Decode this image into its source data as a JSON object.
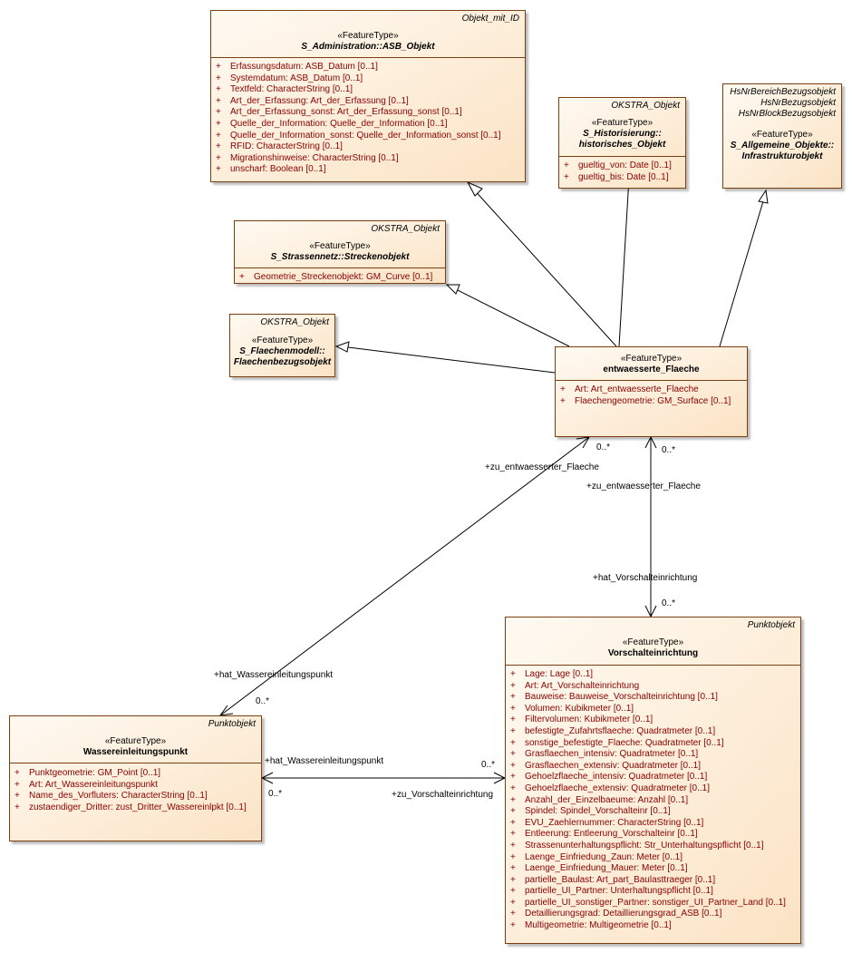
{
  "classes": {
    "asb_objekt": {
      "tagged": [
        "Objekt_mit_ID"
      ],
      "stereotype": "«FeatureType»",
      "name": "S_Administration::ASB_Objekt",
      "attributes": [
        "Erfassungsdatum: ASB_Datum [0..1]",
        "Systemdatum: ASB_Datum [0..1]",
        "Textfeld: CharacterString [0..1]",
        "Art_der_Erfassung: Art_der_Erfassung [0..1]",
        "Art_der_Erfassung_sonst: Art_der_Erfassung_sonst [0..1]",
        "Quelle_der_Information: Quelle_der_Information [0..1]",
        "Quelle_der_Information_sonst: Quelle_der_Information_sonst [0..1]",
        "RFID: CharacterString [0..1]",
        "Migrationshinweise: CharacterString [0..1]",
        "unscharf: Boolean [0..1]"
      ]
    },
    "historisches_objekt": {
      "tagged": [
        "OKSTRA_Objekt"
      ],
      "stereotype": "«FeatureType»",
      "name_lines": [
        "S_Historisierung::",
        "historisches_Objekt"
      ],
      "attributes": [
        "gueltig_von: Date [0..1]",
        "gueltig_bis: Date [0..1]"
      ]
    },
    "infrastrukturobjekt": {
      "tagged": [
        "HsNrBereichBezugsobjekt",
        "HsNrBezugsobjekt",
        "HsNrBlockBezugsobjekt"
      ],
      "stereotype": "«FeatureType»",
      "name_lines": [
        "S_Allgemeine_Objekte::",
        "Infrastrukturobjekt"
      ]
    },
    "streckenobjekt": {
      "tagged": [
        "OKSTRA_Objekt"
      ],
      "stereotype": "«FeatureType»",
      "name": "S_Strassennetz::Streckenobjekt",
      "attributes": [
        "Geometrie_Streckenobjekt: GM_Curve [0..1]"
      ]
    },
    "flaechenbezugsobjekt": {
      "tagged": [
        "OKSTRA_Objekt"
      ],
      "stereotype": "«FeatureType»",
      "name_lines": [
        "S_Flaechenmodell::",
        "Flaechenbezugsobjekt"
      ]
    },
    "entwaesserte_flaeche": {
      "stereotype": "«FeatureType»",
      "name": "entwaesserte_Flaeche",
      "attributes": [
        "Art: Art_entwaesserte_Flaeche",
        "Flaechengeometrie: GM_Surface [0..1]"
      ]
    },
    "vorschalteinrichtung": {
      "tagged": [
        "Punktobjekt"
      ],
      "stereotype": "«FeatureType»",
      "name": "Vorschalteinrichtung",
      "attributes": [
        "Lage: Lage [0..1]",
        "Art: Art_Vorschalteinrichtung",
        "Bauweise: Bauweise_Vorschalteinrichtung [0..1]",
        "Volumen: Kubikmeter [0..1]",
        "Filtervolumen: Kubikmeter [0..1]",
        "befestigte_Zufahrtsflaeche: Quadratmeter [0..1]",
        "sonstige_befestigte_Flaeche: Quadratmeter [0..1]",
        "Grasflaechen_intensiv: Quadratmeter [0..1]",
        "Grasflaechen_extensiv: Quadratmeter [0..1]",
        "Gehoelzflaeche_intensiv: Quadratmeter [0..1]",
        "Gehoelzflaeche_extensiv: Quadratmeter [0..1]",
        "Anzahl_der_Einzelbaeume: Anzahl [0..1]",
        "Spindel: Spindel_Vorschalteinr [0..1]",
        "EVU_Zaehlernummer: CharacterString [0..1]",
        "Entleerung: Entleerung_Vorschalteinr [0..1]",
        "Strassenunterhaltungspflicht: Str_Unterhaltungspflicht [0..1]",
        "Laenge_Einfriedung_Zaun: Meter [0..1]",
        "Laenge_Einfriedung_Mauer: Meter [0..1]",
        "partielle_Baulast: Art_part_Baulasttraeger [0..1]",
        "partielle_UI_Partner: Unterhaltungspflicht [0..1]",
        "partielle_UI_sonstiger_Partner: sonstiger_UI_Partner_Land [0..1]",
        "Detaillierungsgrad: Detaillierungsgrad_ASB [0..1]",
        "Multigeometrie: Multigeometrie [0..1]"
      ]
    },
    "wassereinleitungspunkt": {
      "tagged": [
        "Punktobjekt"
      ],
      "stereotype": "«FeatureType»",
      "name": "Wassereinleitungspunkt",
      "attributes": [
        "Punktgeometrie: GM_Point [0..1]",
        "Art: Art_Wassereinleitungspunkt",
        "Name_des_Vorfluters: CharacterString [0..1]",
        "zustaendiger_Dritter: zust_Dritter_Wassereinlpkt [0..1]"
      ]
    }
  },
  "attribute_marker": "+",
  "associations": {
    "wep_flaeche": {
      "role_near_flaeche": "+zu_entwaesserter_Flaeche",
      "mult_near_flaeche": "0..*",
      "role_near_wep": "+hat_Wassereinleitungspunkt",
      "mult_near_wep": "0..*"
    },
    "vorschalt_flaeche": {
      "role_near_flaeche": "+zu_entwaesserter_Flaeche",
      "mult_near_flaeche": "0..*",
      "role_near_vorschalt": "+hat_Vorschalteinrichtung",
      "mult_near_vorschalt": "0..*"
    },
    "wep_vorschalt": {
      "role_near_wep": "+hat_Wassereinleitungspunkt",
      "mult_near_wep": "0..*",
      "role_near_vorschalt": "+zu_Vorschalteinrichtung",
      "mult_near_vorschalt": "0..*"
    }
  }
}
